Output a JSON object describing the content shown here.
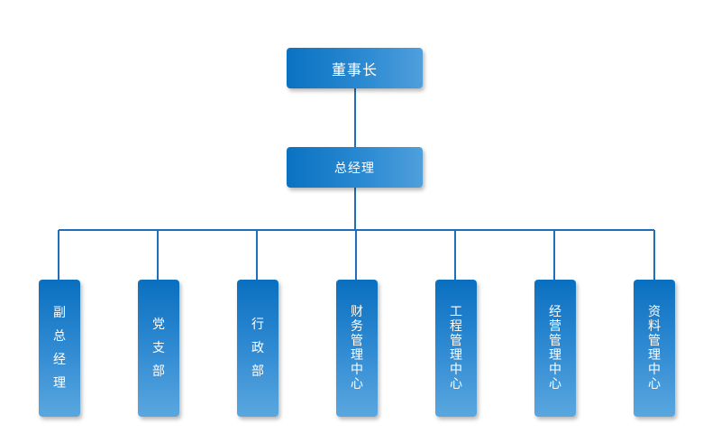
{
  "chairman": "董事长",
  "general_manager": "总经理",
  "departments": [
    "副总经理",
    "党支部",
    "行政部",
    "财务管理中心",
    "工程管理中心",
    "经营管理中心",
    "资料管理中心"
  ],
  "colors": {
    "box_gradient_start": "#0a72c2",
    "box_gradient_end": "#4f9fdc",
    "connector": "#1f70b8"
  }
}
